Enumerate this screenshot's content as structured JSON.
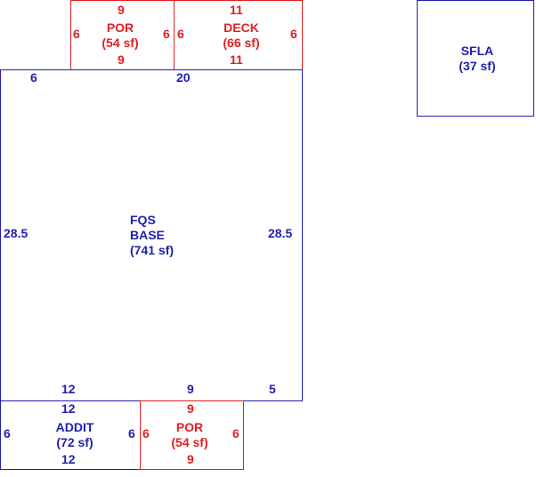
{
  "colors": {
    "base": "#1f1fb0",
    "porch": "#e02020"
  },
  "porch_top": {
    "name": "POR",
    "area": "(54 sf)",
    "top": "9",
    "bottom": "9",
    "left": "6",
    "right": "6"
  },
  "deck": {
    "name": "DECK",
    "area": "(66 sf)",
    "top": "11",
    "bottom": "11",
    "left": "6",
    "right": "6"
  },
  "sfla": {
    "name": "SFLA",
    "area": "(37 sf)"
  },
  "base": {
    "line1": "FQS",
    "line2": "BASE",
    "area": "(741 sf)",
    "top_left": "6",
    "top_right": "20",
    "left": "28.5",
    "right": "28.5",
    "bottom_a": "12",
    "bottom_b": "9",
    "bottom_c": "5"
  },
  "addit": {
    "name": "ADDIT",
    "area": "(72 sf)",
    "top": "12",
    "bottom": "12",
    "left": "6",
    "right": "6"
  },
  "porch_bottom": {
    "name": "POR",
    "area": "(54 sf)",
    "top": "9",
    "bottom": "9",
    "left": "6",
    "right": "6"
  }
}
